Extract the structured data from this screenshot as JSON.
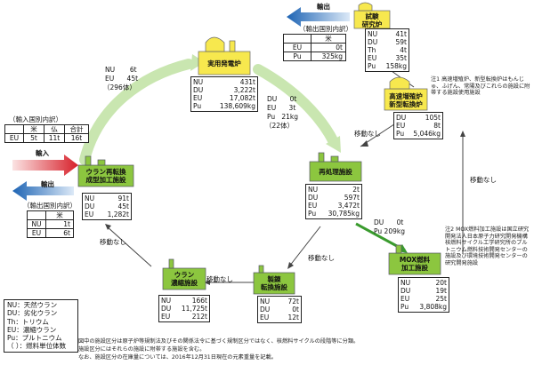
{
  "facilities": {
    "power_reactor": {
      "label": "実用発電炉",
      "inventory": [
        [
          "NU",
          "431t"
        ],
        [
          "DU",
          "3,222t"
        ],
        [
          "EU",
          "17,082t"
        ],
        [
          "Pu",
          "138,609kg"
        ]
      ]
    },
    "research_reactor": {
      "label_1": "試験",
      "label_2": "研究炉",
      "inventory": [
        [
          "NU",
          "41t"
        ],
        [
          "DU",
          "59t"
        ],
        [
          "Th",
          "4t"
        ],
        [
          "EU",
          "35t"
        ],
        [
          "Pu",
          "158kg"
        ]
      ]
    },
    "fast_reactor": {
      "label_1": "高速増殖炉",
      "label_2": "新型転換炉",
      "inventory": [
        [
          "DU",
          "105t"
        ],
        [
          "EU",
          "8t"
        ],
        [
          "Pu",
          "5,046kg"
        ]
      ]
    },
    "reprocessing": {
      "label": "再処理施設",
      "inventory": [
        [
          "NU",
          "2t"
        ],
        [
          "DU",
          "597t"
        ],
        [
          "EU",
          "3,472t"
        ],
        [
          "Pu",
          "30,785kg"
        ]
      ]
    },
    "mox": {
      "label_1": "MOX燃料",
      "label_2": "加工施設",
      "inventory": [
        [
          "NU",
          "20t"
        ],
        [
          "DU",
          "19t"
        ],
        [
          "EU",
          "25t"
        ],
        [
          "Pu",
          "3,808kg"
        ]
      ]
    },
    "refining": {
      "label_1": "製錬",
      "label_2": "転換施設",
      "inventory": [
        [
          "NU",
          "72t"
        ],
        [
          "DU",
          "0t"
        ],
        [
          "EU",
          "12t"
        ]
      ]
    },
    "enrichment": {
      "label_1": "ウラン",
      "label_2": "濃縮施設",
      "inventory": [
        [
          "NU",
          "166t"
        ],
        [
          "DU",
          "11,725t"
        ],
        [
          "EU",
          "212t"
        ]
      ]
    },
    "fabrication": {
      "label_1": "ウラン再転換",
      "label_2": "成型加工施設",
      "inventory": [
        [
          "NU",
          "91t"
        ],
        [
          "DU",
          "45t"
        ],
        [
          "EU",
          "1,282t"
        ]
      ]
    }
  },
  "flows": {
    "to_reactor": [
      [
        "NU",
        "6t"
      ],
      [
        "EU",
        "45t"
      ]
    ],
    "to_reactor_bundles": "（296体）",
    "reactor_to_reprocessing": [
      [
        "DU",
        "0t"
      ],
      [
        "EU",
        "3t"
      ],
      [
        "Pu",
        "21kg"
      ]
    ],
    "reactor_to_reprocessing_bundles": "（22体）",
    "reprocessing_to_mox": [
      [
        "DU",
        "0t"
      ],
      [
        "Pu",
        "209kg"
      ]
    ],
    "no_movement": "移動なし"
  },
  "export_top": {
    "arrow_label": "輸出",
    "breakdown_title": "（輸出国別内訳）",
    "header": [
      "",
      "米"
    ],
    "rows": [
      [
        "EU",
        "0t"
      ],
      [
        "Pu",
        "325kg"
      ]
    ]
  },
  "import_left": {
    "arrow_label": "輸入",
    "breakdown_title": "（輸入国別内訳）",
    "header": [
      "",
      "米",
      "仏",
      "合計"
    ],
    "rows": [
      [
        "EU",
        "5t",
        "11t",
        "16t"
      ]
    ]
  },
  "export_left": {
    "arrow_label": "輸出",
    "breakdown_title": "（輸出国別内訳）",
    "header": [
      "",
      "米"
    ],
    "rows": [
      [
        "NU",
        "1t"
      ],
      [
        "EU",
        "6t"
      ]
    ]
  },
  "legend": [
    "NU：天然ウラン",
    "DU：劣化ウラン",
    "Th：トリウム",
    "EU：濃縮ウラン",
    "Pu：プルトニウム",
    "（ ）：燃料単位体数"
  ],
  "notes": {
    "note1": "注1 高速増殖炉、新型転換炉はもんじゅ、ふげん、常陽及びこれらの施設に附帯する施設使用施設",
    "note2": "注2 MOX燃料加工施設は国立研究開発法人日本原子力研究開発機構　核燃料サイクル工学研究所のプルトニウム燃料技術開発センターの施設及び環境技術開発センターの研究開発施設",
    "footer_1": "図中の施設区分は原子炉等規制法及びその関係法令に基づく規制区分ではなく、核燃料サイクルの段階等に分類。",
    "footer_2": "施設区分にはそれらの施設に附帯する施設を含む。",
    "footer_3": "なお、施設区分の在庫量については、2016年12月31日現在の元素重量を記載。"
  },
  "colors": {
    "reactor_yellow": "#f7e84e",
    "facility_green": "#8cc63f",
    "import_red": "#d7202a",
    "export_blue": "#1e64b4",
    "cycle_arrow": "#d9efc9"
  }
}
